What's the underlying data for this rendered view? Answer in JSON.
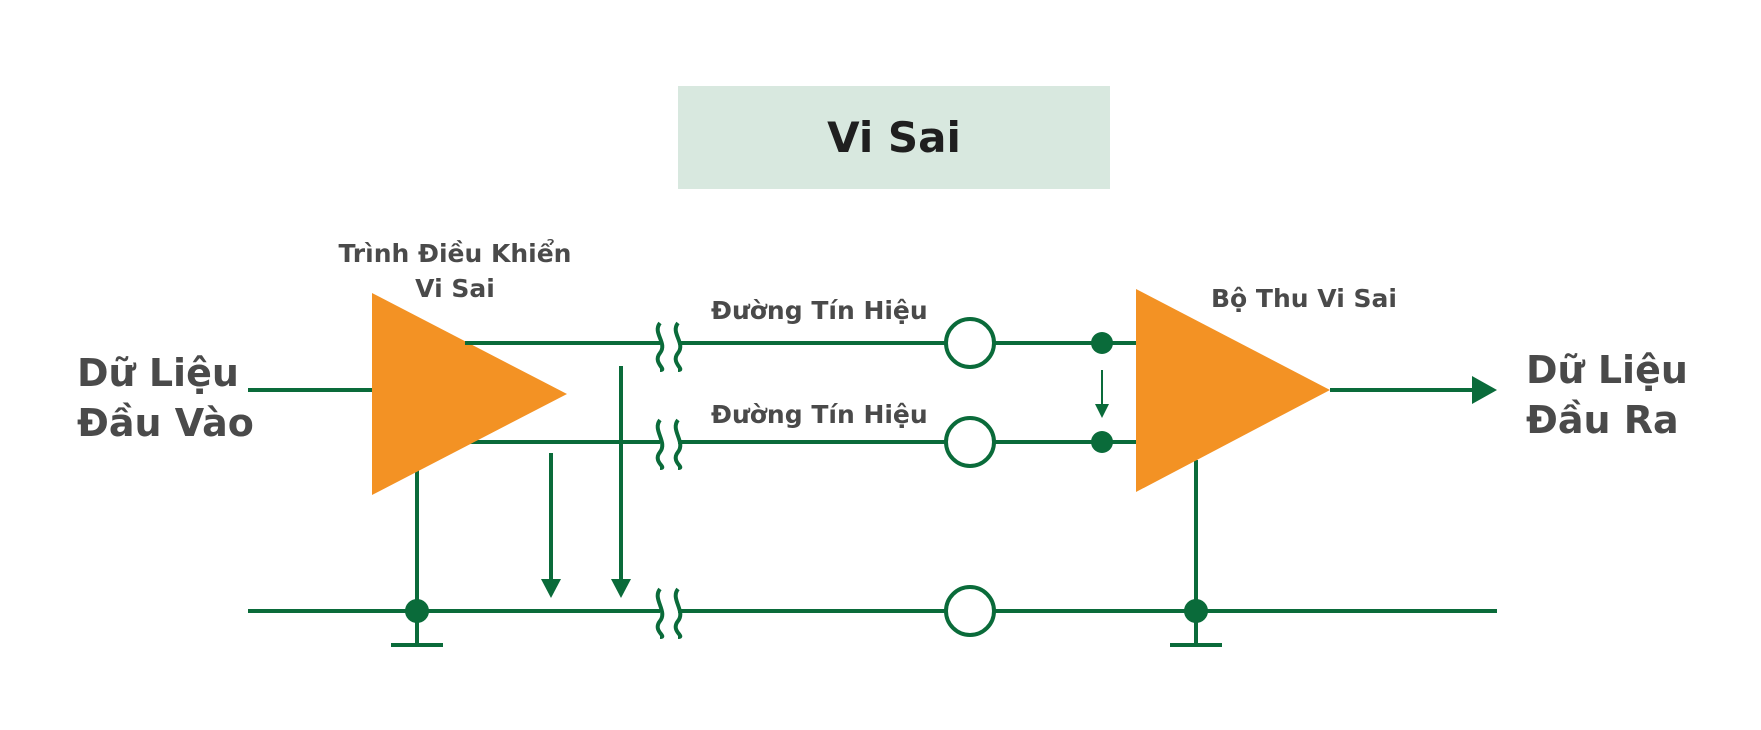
{
  "title": "Vi Sai",
  "colors": {
    "wire": "#0a6b3a",
    "amplifier": "#f39224",
    "title_bg": "#d8e8df",
    "text": "#4a4a4a",
    "title_text": "#1f1f1f"
  },
  "labels": {
    "input_line1": "Dữ Liệu",
    "input_line2": "Đầu Vào",
    "output_line1": "Dữ Liệu",
    "output_line2": "Đầu Ra",
    "driver_line1": "Trình Điều Khiển",
    "driver_line2": "Vi Sai",
    "receiver": "Bộ Thu Vi Sai",
    "signal_line_top": "Đường Tín Hiệu",
    "signal_line_bottom": "Đường Tín Hiệu"
  }
}
